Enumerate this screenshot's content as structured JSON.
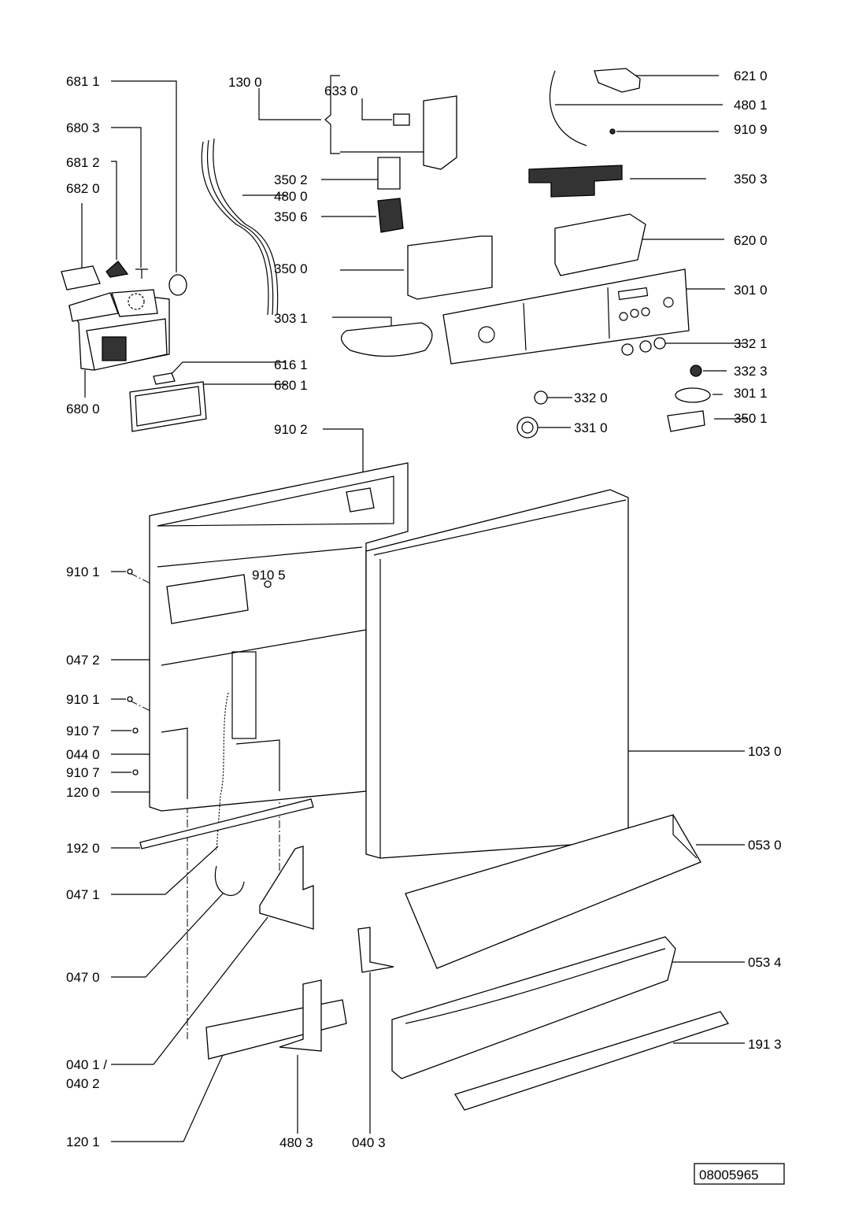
{
  "diagram": {
    "drawing_number": "08005965",
    "labels": {
      "l6811": "681 1",
      "l6803": "680 3",
      "l6812": "681 2",
      "l6820": "682 0",
      "l6800": "680 0",
      "l1300": "130 0",
      "l6330": "633 0",
      "l3502": "350 2",
      "l4800": "480 0",
      "l3506": "350 6",
      "l3500": "350 0",
      "l3031": "303 1",
      "l6161": "616 1",
      "l6801": "680 1",
      "l9102": "910 2",
      "l6210": "621 0",
      "l4801": "480 1",
      "l9109": "910 9",
      "l3503": "350 3",
      "l6200": "620 0",
      "l3010": "301 0",
      "l3321": "332 1",
      "l3323": "332 3",
      "l3011": "301 1",
      "l3501": "350 1",
      "l3320": "332 0",
      "l3310": "331 0",
      "l9101a": "910 1",
      "l9105": "910 5",
      "l0472": "047 2",
      "l9101b": "910 1",
      "l9107a": "910 7",
      "l0440": "044 0",
      "l9107b": "910 7",
      "l1200": "120 0",
      "l1920": "192 0",
      "l0471": "047 1",
      "l0470": "047 0",
      "l0401": "040 1 /",
      "l0402": "040 2",
      "l1201": "120 1",
      "l4803": "480 3",
      "l0403": "040 3",
      "l1030": "103 0",
      "l0530": "053 0",
      "l0534": "053 4",
      "l1913": "191 3"
    }
  }
}
